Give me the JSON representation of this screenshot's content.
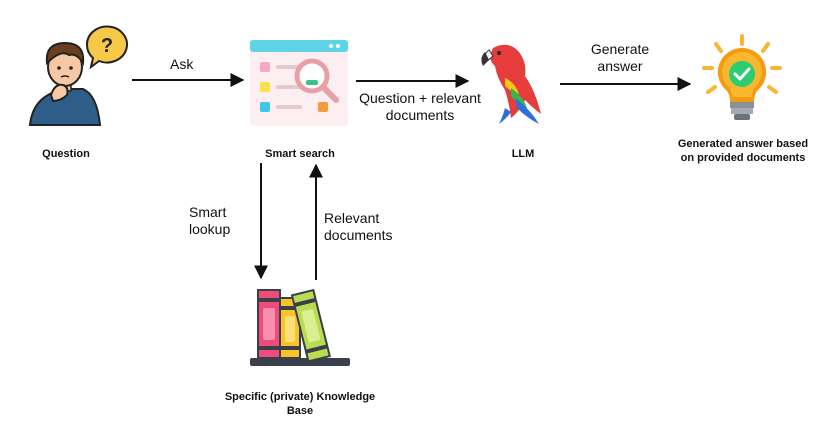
{
  "nodes": {
    "question": {
      "label": "Question"
    },
    "smart_search": {
      "label": "Smart search"
    },
    "llm": {
      "label": "LLM"
    },
    "answer": {
      "label_lines": [
        "Generated answer based",
        "on provided documents"
      ]
    },
    "knowledge_base": {
      "label_lines": [
        "Specific (private) Knowledge",
        "Base"
      ]
    }
  },
  "edges": {
    "ask": {
      "label": "Ask"
    },
    "question_docs": {
      "label_lines": [
        "Question + relevant",
        "documents"
      ]
    },
    "generate": {
      "label_lines": [
        "Generate",
        "answer"
      ]
    },
    "smart_lookup": {
      "label_lines": [
        "Smart",
        "lookup"
      ]
    },
    "relevant_docs": {
      "label_lines": [
        "Relevant",
        "documents"
      ]
    }
  },
  "icons": {
    "question": "thinking-person-icon",
    "smart_search": "search-window-icon",
    "llm": "parrot-icon",
    "answer": "lightbulb-check-icon",
    "knowledge_base": "books-icon"
  },
  "colors": {
    "arrow": "#111111",
    "person_shirt": "#2f5d8a",
    "person_skin": "#f6c9a4",
    "person_hair": "#6b3e1f",
    "bubble": "#f7c948",
    "window_bar": "#5fd3e8",
    "window_body": "#fdeef1",
    "magnifier": "#e8a0a8",
    "parrot_red": "#e63c3c",
    "parrot_yellow": "#f5c518",
    "parrot_blue": "#2f6fd6",
    "parrot_green": "#39b54a",
    "bulb_yellow": "#f7b731",
    "bulb_orange": "#f39c12",
    "bulb_green": "#2ecc71",
    "book_pink": "#ee4d7a",
    "book_yellow": "#f7c325",
    "book_green": "#b8dc52",
    "book_base": "#3a3f4b"
  }
}
